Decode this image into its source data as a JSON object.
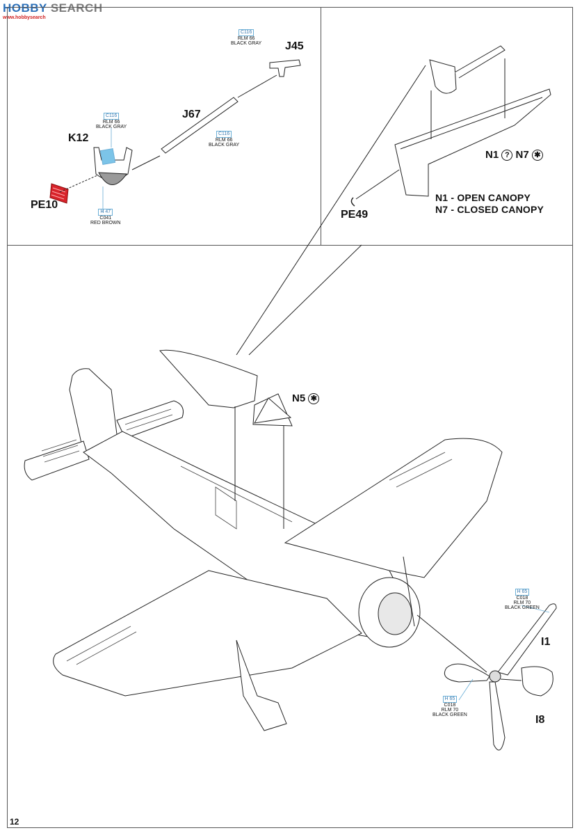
{
  "watermark": {
    "brand_a": "HOBBY",
    "brand_b": " SEARCH",
    "sub": "www.hobbysearch"
  },
  "page_number": "12",
  "inset_left": {
    "parts": {
      "k12": "K12",
      "j67": "J67",
      "j45": "J45",
      "pe10": "PE10"
    },
    "colors": {
      "k12_color": {
        "code": "C116",
        "line1": "RLM 66",
        "line2": "BLACK GRAY"
      },
      "j67_color": {
        "code": "C116",
        "line1": "RLM 66",
        "line2": "BLACK GRAY"
      },
      "j45_color": {
        "code": "C116",
        "line1": "RLM 66",
        "line2": "BLACK GRAY"
      },
      "pe10_color": {
        "code": "H 47",
        "line1": "C041",
        "line2": "RED BROWN"
      }
    }
  },
  "inset_right": {
    "parts": {
      "pe49": "PE49",
      "n1": "N1",
      "n7": "N7"
    },
    "notes": {
      "open": "N1 -  OPEN CANOPY",
      "closed": "N7 -  CLOSED CANOPY"
    }
  },
  "main": {
    "parts": {
      "n5": "N5",
      "i1": "I1",
      "i8": "I8"
    },
    "colors": {
      "i1_color": {
        "code": "H 65",
        "line1": "C018",
        "line2": "RLM 70",
        "line3": "BLACK GREEN"
      },
      "prop_color": {
        "code": "H 65",
        "line1": "C018",
        "line2": "RLM 70",
        "line3": "BLACK GREEN"
      }
    }
  },
  "symbols": {
    "question": "?",
    "star": "✱"
  },
  "accent": {
    "photoetch_red": "#d8232a",
    "clear_blue": "#7cc4e8",
    "line_blue": "#6aaed6"
  }
}
